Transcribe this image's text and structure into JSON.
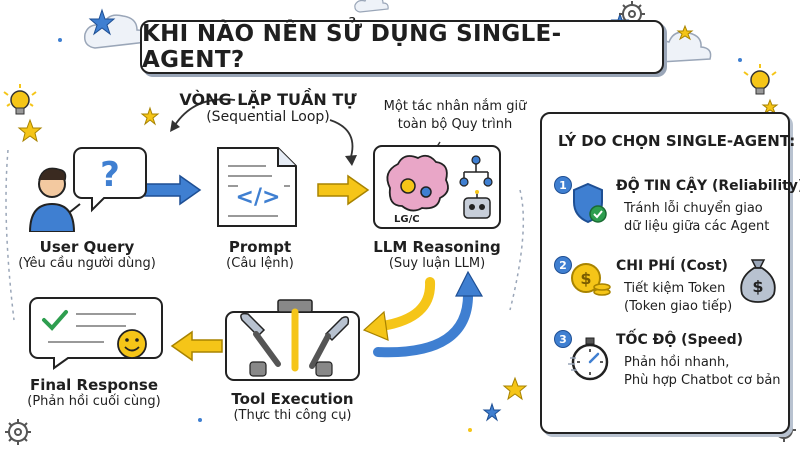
{
  "title": "KHI NÀO NÊN SỬ DỤNG SINGLE-AGENT?",
  "loop": {
    "title": "VÒNG LẶP TUẦN TỰ",
    "subtitle": "(Sequential Loop)"
  },
  "note": {
    "line1": "Một tác nhân nắm giữ",
    "line2": "toàn bộ Quy trình"
  },
  "nodes": {
    "user_query": {
      "label": "User Query",
      "sub": "(Yêu cầu người dùng)"
    },
    "prompt": {
      "label": "Prompt",
      "sub": "(Câu lệnh)"
    },
    "llm": {
      "label": "LLM Reasoning",
      "sub": "(Suy luận LLM)",
      "chip": "LG/C"
    },
    "tool": {
      "label": "Tool Execution",
      "sub": "(Thực thi công cụ)"
    },
    "final": {
      "label": "Final Response",
      "sub": "(Phản hồi cuối cùng)"
    }
  },
  "panel": {
    "title": "LÝ DO CHỌN SINGLE-AGENT:",
    "reasons": [
      {
        "num": "1",
        "head": "ĐỘ TIN CẬY (Reliability)",
        "line1": "Tránh lỗi chuyển giao",
        "line2": "dữ liệu giữa các Agent"
      },
      {
        "num": "2",
        "head": "CHI PHÍ (Cost)",
        "line1": "Tiết kiệm Token",
        "line2": "(Token giao tiếp)"
      },
      {
        "num": "3",
        "head": "TỐC ĐỘ (Speed)",
        "line1": "Phản hồi nhanh,",
        "line2": "Phù hợp Chatbot cơ bản"
      }
    ]
  },
  "colors": {
    "blue": "#3f7fd1",
    "yellow": "#f5c518",
    "green": "#2e9e4f",
    "outline": "#222222"
  }
}
